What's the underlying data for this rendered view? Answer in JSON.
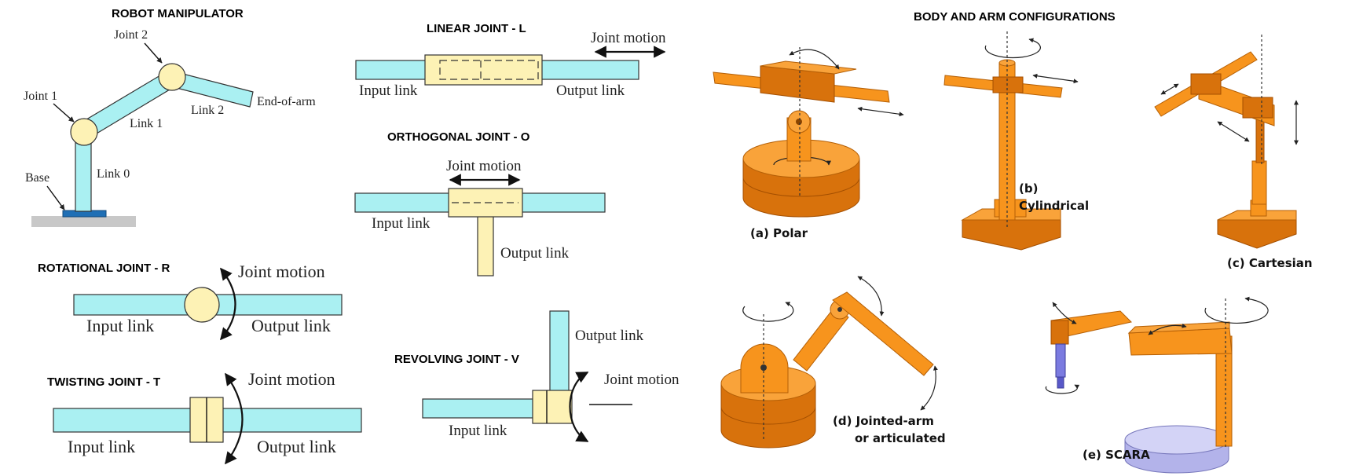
{
  "manipulator": {
    "title": "ROBOT MANIPULATOR",
    "labels": {
      "joint2": "Joint 2",
      "joint1": "Joint 1",
      "link1": "Link 1",
      "link2": "Link 2",
      "end_of_arm": "End-of-arm",
      "base": "Base",
      "link0": "Link 0"
    }
  },
  "linear_joint": {
    "title": "LINEAR JOINT - L",
    "motion": "Joint motion",
    "input": "Input link",
    "output": "Output link"
  },
  "orthogonal_joint": {
    "title": "ORTHOGONAL JOINT - O",
    "motion": "Joint motion",
    "input": "Input link",
    "output": "Output link"
  },
  "rotational_joint": {
    "title": "ROTATIONAL JOINT - R",
    "motion": "Joint motion",
    "input": "Input link",
    "output": "Output link"
  },
  "twisting_joint": {
    "title": "TWISTING JOINT - T",
    "motion": "Joint motion",
    "input": "Input link",
    "output": "Output link"
  },
  "revolving_joint": {
    "title": "REVOLVING JOINT - V",
    "motion": "Joint motion",
    "input": "Input link",
    "output": "Output link"
  },
  "configurations": {
    "title": "BODY AND ARM CONFIGURATIONS",
    "polar": "(a) Polar",
    "cylindrical_a": "(b)",
    "cylindrical_b": "Cylindrical",
    "cartesian": "(c) Cartesian",
    "jointed_a": "(d) Jointed-arm",
    "jointed_b": "or articulated",
    "scara": "(e) SCARA"
  },
  "colors": {
    "link_fill": "#aaf0f2",
    "joint_fill": "#fdf2b5",
    "robot_orange": "#f7941d",
    "scara_base": "#c9c9f2"
  }
}
